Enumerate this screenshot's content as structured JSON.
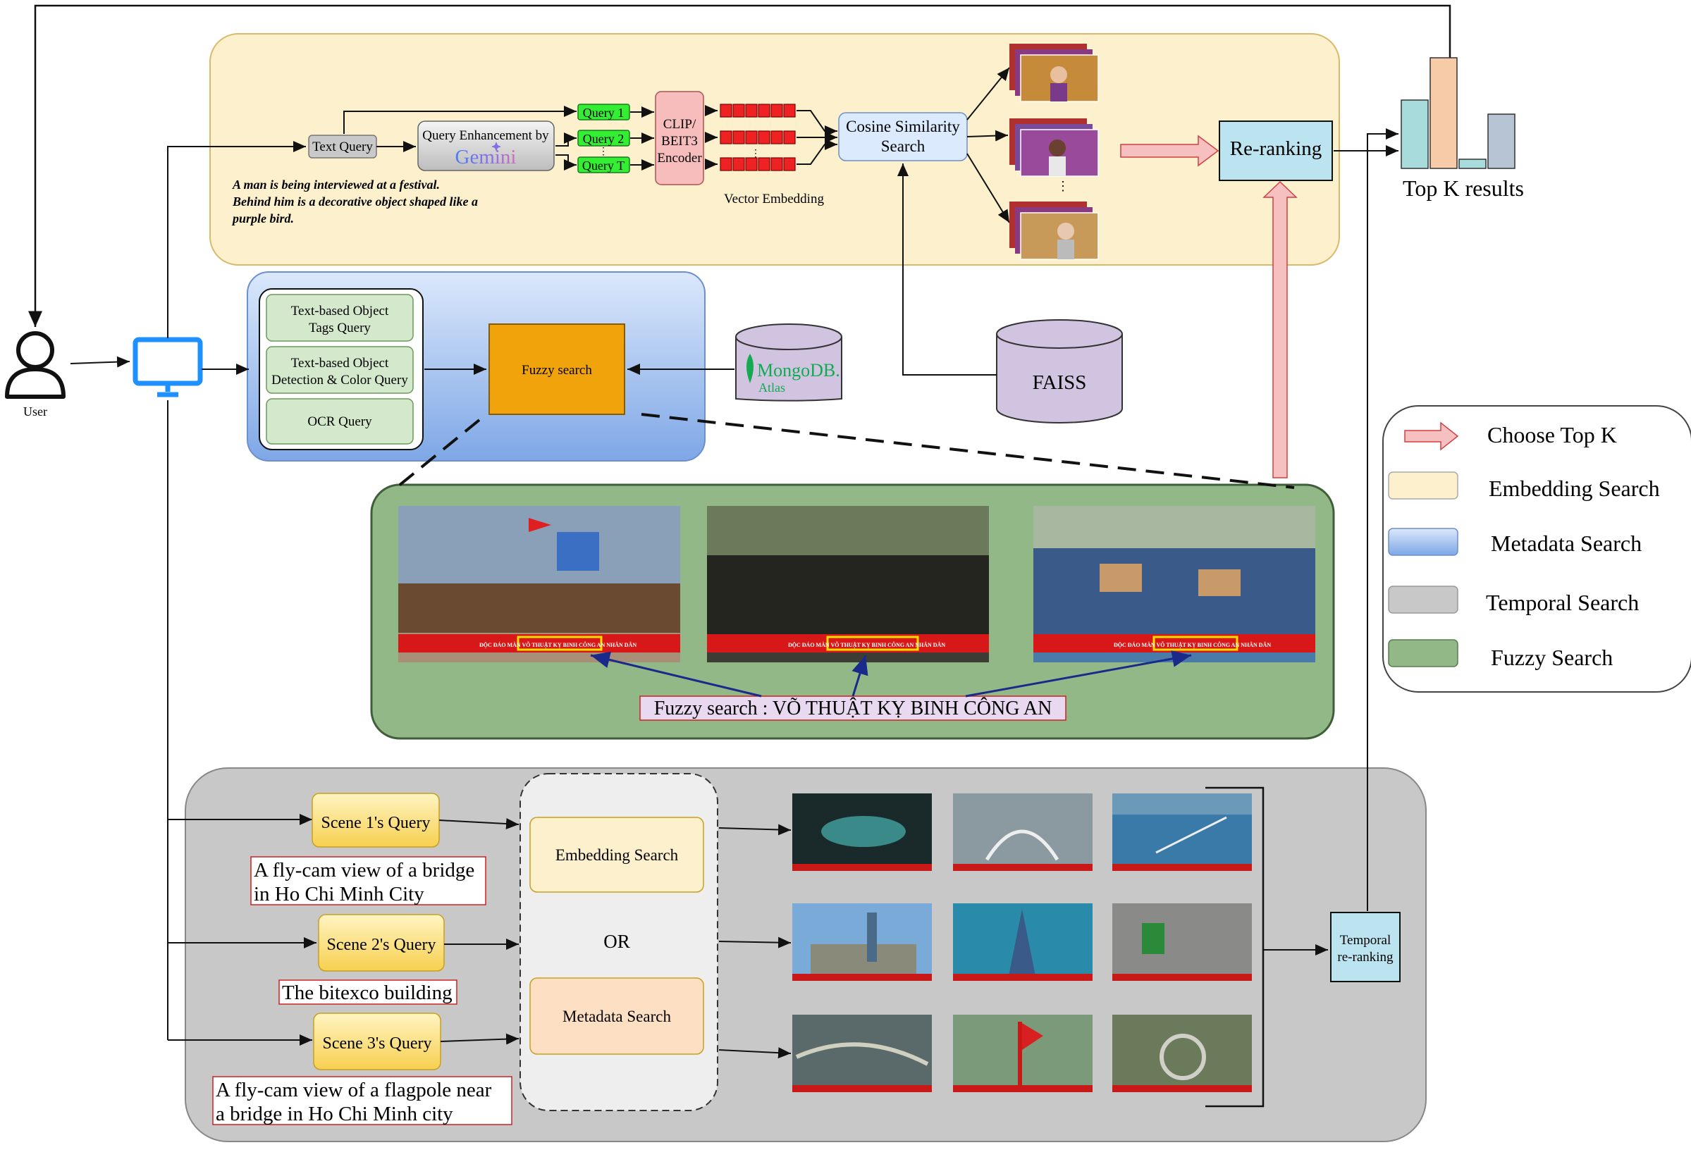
{
  "embedding": {
    "text_query": "Text Query",
    "query_enhancement": "Query Enhancement by",
    "gemini": "Gemini",
    "queries": [
      "Query 1",
      "Query  2",
      "Query  T"
    ],
    "encoder": [
      "CLIP/",
      "BEIT3",
      "Encoder"
    ],
    "vector_embedding": "Vector Embedding",
    "cosine": [
      "Cosine Similarity",
      "Search"
    ],
    "sample_query": [
      "A man is being interviewed at a festival.",
      "Behind him is a decorative object shaped like a",
      "purple bird."
    ],
    "reranking": "Re-ranking",
    "top_k": "Top K results",
    "faiss": "FAISS"
  },
  "user": {
    "label": "User"
  },
  "metadata": {
    "queries": [
      [
        "Text-based Object",
        "Tags Query"
      ],
      [
        "Text-based Object",
        "Detection & Color Query"
      ],
      [
        "OCR Query"
      ]
    ],
    "fuzzy": "Fuzzy search",
    "mongo": "MongoDB.",
    "atlas": "Atlas"
  },
  "fuzzy_panel": {
    "caption": "Fuzzy search : VÕ THUẬT KỴ BINH CÔNG AN",
    "frame_banner": "ĐỘC ĐÁO MÀN VÕ THUẬT KỴ BINH CÔNG AN NHÂN DÂN"
  },
  "temporal": {
    "scenes": [
      "Scene 1's Query",
      "Scene 2's Query",
      "Scene 3's Query"
    ],
    "scene_text": [
      [
        "A fly-cam view of a bridge",
        "in Ho Chi Minh City"
      ],
      [
        "The bitexco building"
      ],
      [
        "A fly-cam view of a flagpole near",
        "a bridge in Ho Chi Minh city"
      ]
    ],
    "embedding_search": "Embedding Search",
    "or": "OR",
    "metadata_search": "Metadata Search",
    "temporal_rerank": [
      "Temporal",
      "re-ranking"
    ]
  },
  "legend": {
    "items": [
      "Choose Top K",
      "Embedding Search",
      "Metadata Search",
      "Temporal Search",
      "Fuzzy Search"
    ]
  },
  "colors": {
    "embedding_bg": "#fdf0cc",
    "metadata_bg": "#a9c6ee",
    "fuzzy_bg": "#93b888",
    "temporal_bg": "#c8c8c8",
    "query_green": "#33ee33",
    "arrow_pink": "#f7c0c0",
    "fuzzy_orange": "#f0a30a"
  }
}
